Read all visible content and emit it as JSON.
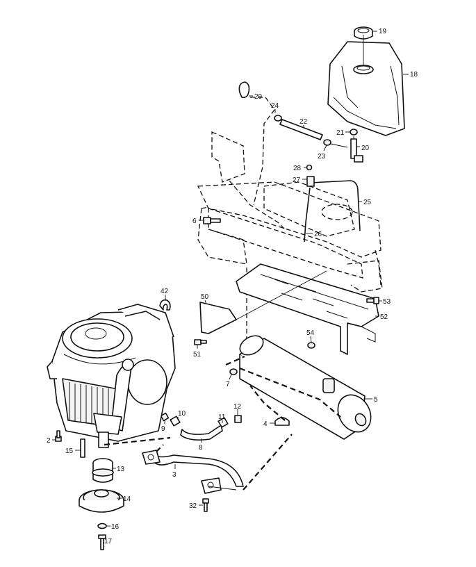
{
  "callouts": {
    "c2": "2",
    "c3": "3",
    "c4": "4",
    "c5": "5",
    "c6": "6",
    "c7": "7",
    "c8": "8",
    "c9": "9",
    "c10": "10",
    "c11": "11",
    "c12": "12",
    "c13": "13",
    "c14": "14",
    "c15": "15",
    "c16": "16",
    "c17": "17",
    "c18": "18",
    "c19": "19",
    "c20": "20",
    "c21": "21",
    "c22": "22",
    "c23": "23",
    "c24": "24",
    "c25": "25",
    "c26": "26",
    "c27": "27",
    "c28": "28",
    "c29": "29",
    "c32": "32",
    "c42": "42",
    "c50": "50",
    "c51": "51",
    "c52": "52",
    "c53": "53",
    "c54": "54"
  }
}
